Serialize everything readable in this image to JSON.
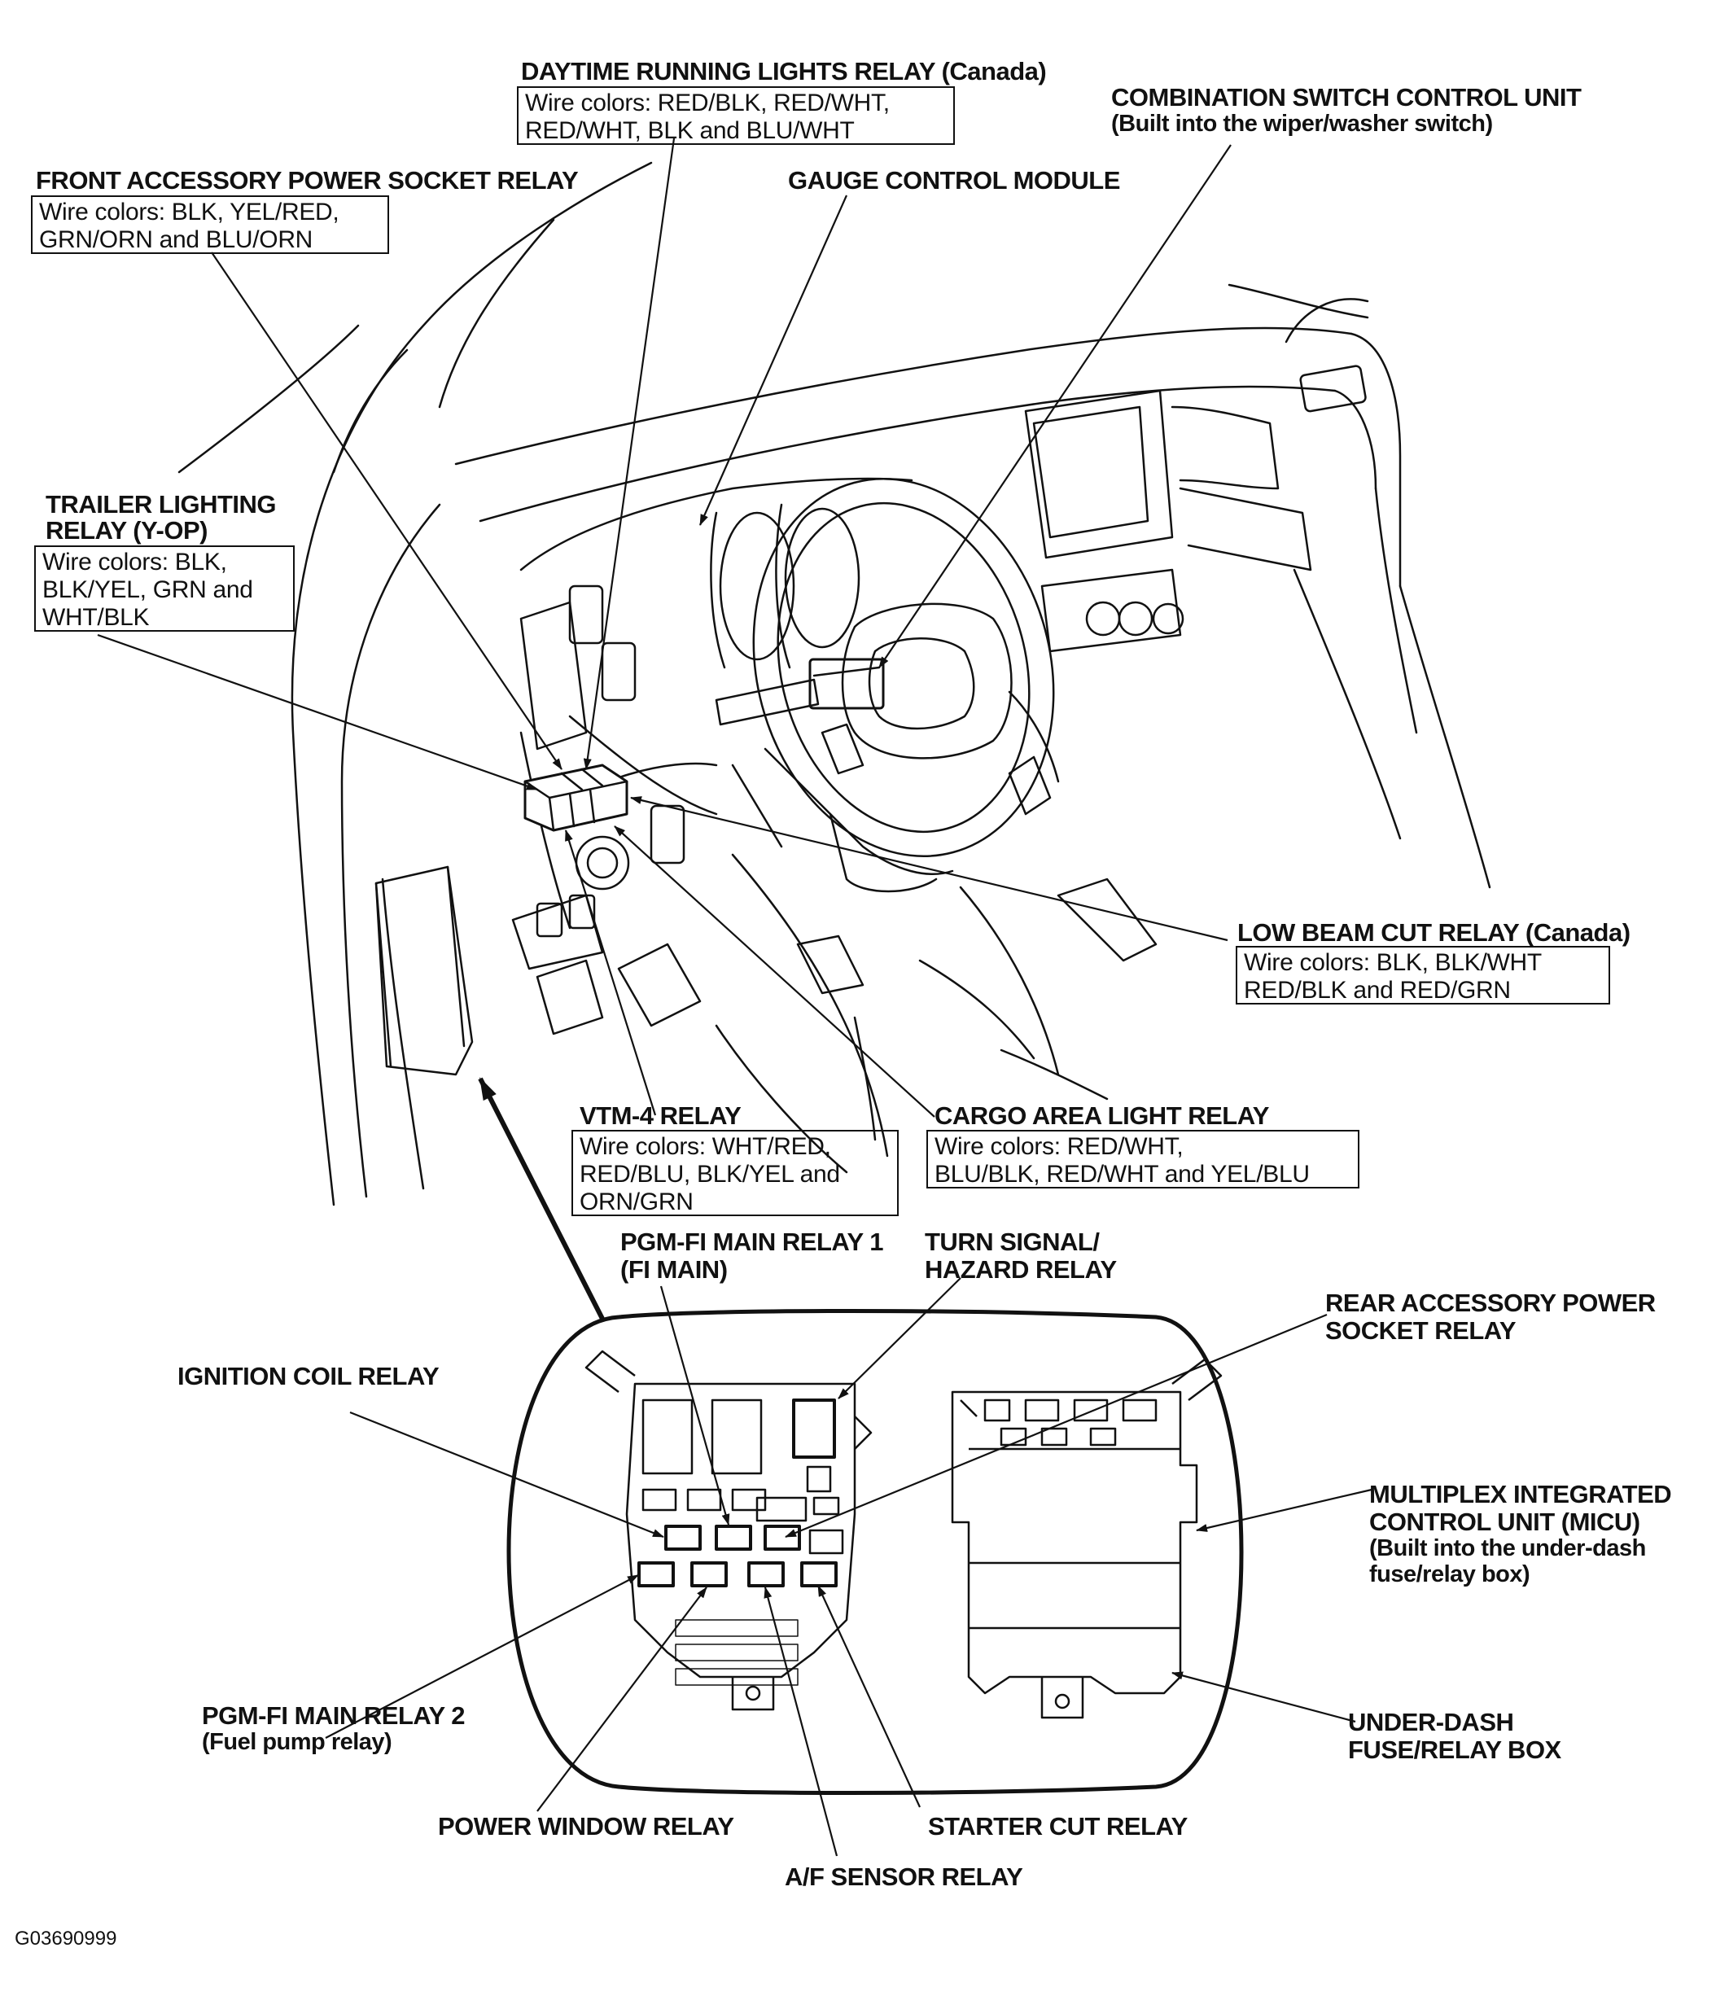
{
  "figure_id": "G03690999",
  "labels": {
    "drl": {
      "title": "DAYTIME RUNNING LIGHTS RELAY (Canada)",
      "wires": [
        "Wire colors: RED/BLK, RED/WHT,",
        "RED/WHT, BLK and BLU/WHT"
      ]
    },
    "combo": {
      "title": "COMBINATION SWITCH CONTROL UNIT",
      "sub": "(Built into the wiper/washer switch)"
    },
    "front_socket": {
      "title": "FRONT ACCESSORY POWER SOCKET RELAY",
      "wires": [
        "Wire colors: BLK, YEL/RED,",
        "GRN/ORN and BLU/ORN"
      ]
    },
    "gauge": {
      "title": "GAUGE CONTROL MODULE"
    },
    "trailer": {
      "title_lines": [
        "TRAILER LIGHTING",
        "RELAY (Y-OP)"
      ],
      "wires": [
        "Wire colors: BLK,",
        "BLK/YEL, GRN and",
        "WHT/BLK"
      ]
    },
    "low_beam": {
      "title": "LOW BEAM CUT RELAY (Canada)",
      "wires": [
        "Wire colors: BLK, BLK/WHT",
        "RED/BLK and RED/GRN"
      ]
    },
    "vtm4": {
      "title": "VTM-4 RELAY",
      "wires": [
        "Wire colors: WHT/RED,",
        "RED/BLU, BLK/YEL and",
        "ORN/GRN"
      ]
    },
    "cargo": {
      "title": "CARGO AREA LIGHT RELAY",
      "wires": [
        "Wire colors: RED/WHT,",
        "BLU/BLK, RED/WHT and YEL/BLU"
      ]
    },
    "pgm1": {
      "title_lines": [
        "PGM-FI MAIN RELAY 1",
        "(FI MAIN)"
      ]
    },
    "turn": {
      "title_lines": [
        "TURN SIGNAL/",
        "HAZARD RELAY"
      ]
    },
    "rear_socket": {
      "title_lines": [
        "REAR ACCESSORY POWER",
        "SOCKET RELAY"
      ]
    },
    "ignition": {
      "title": "IGNITION COIL RELAY"
    },
    "micu": {
      "title_lines": [
        "MULTIPLEX INTEGRATED",
        "CONTROL UNIT (MICU)"
      ],
      "sub_lines": [
        "(Built into the under-dash",
        "fuse/relay box)"
      ]
    },
    "pgm2": {
      "title": "PGM-FI MAIN RELAY 2",
      "sub": "(Fuel pump relay)"
    },
    "underdash": {
      "title_lines": [
        "UNDER-DASH",
        "FUSE/RELAY BOX"
      ]
    },
    "power_window": {
      "title": "POWER WINDOW RELAY"
    },
    "starter": {
      "title": "STARTER CUT RELAY"
    },
    "af_sensor": {
      "title": "A/F SENSOR RELAY"
    }
  }
}
